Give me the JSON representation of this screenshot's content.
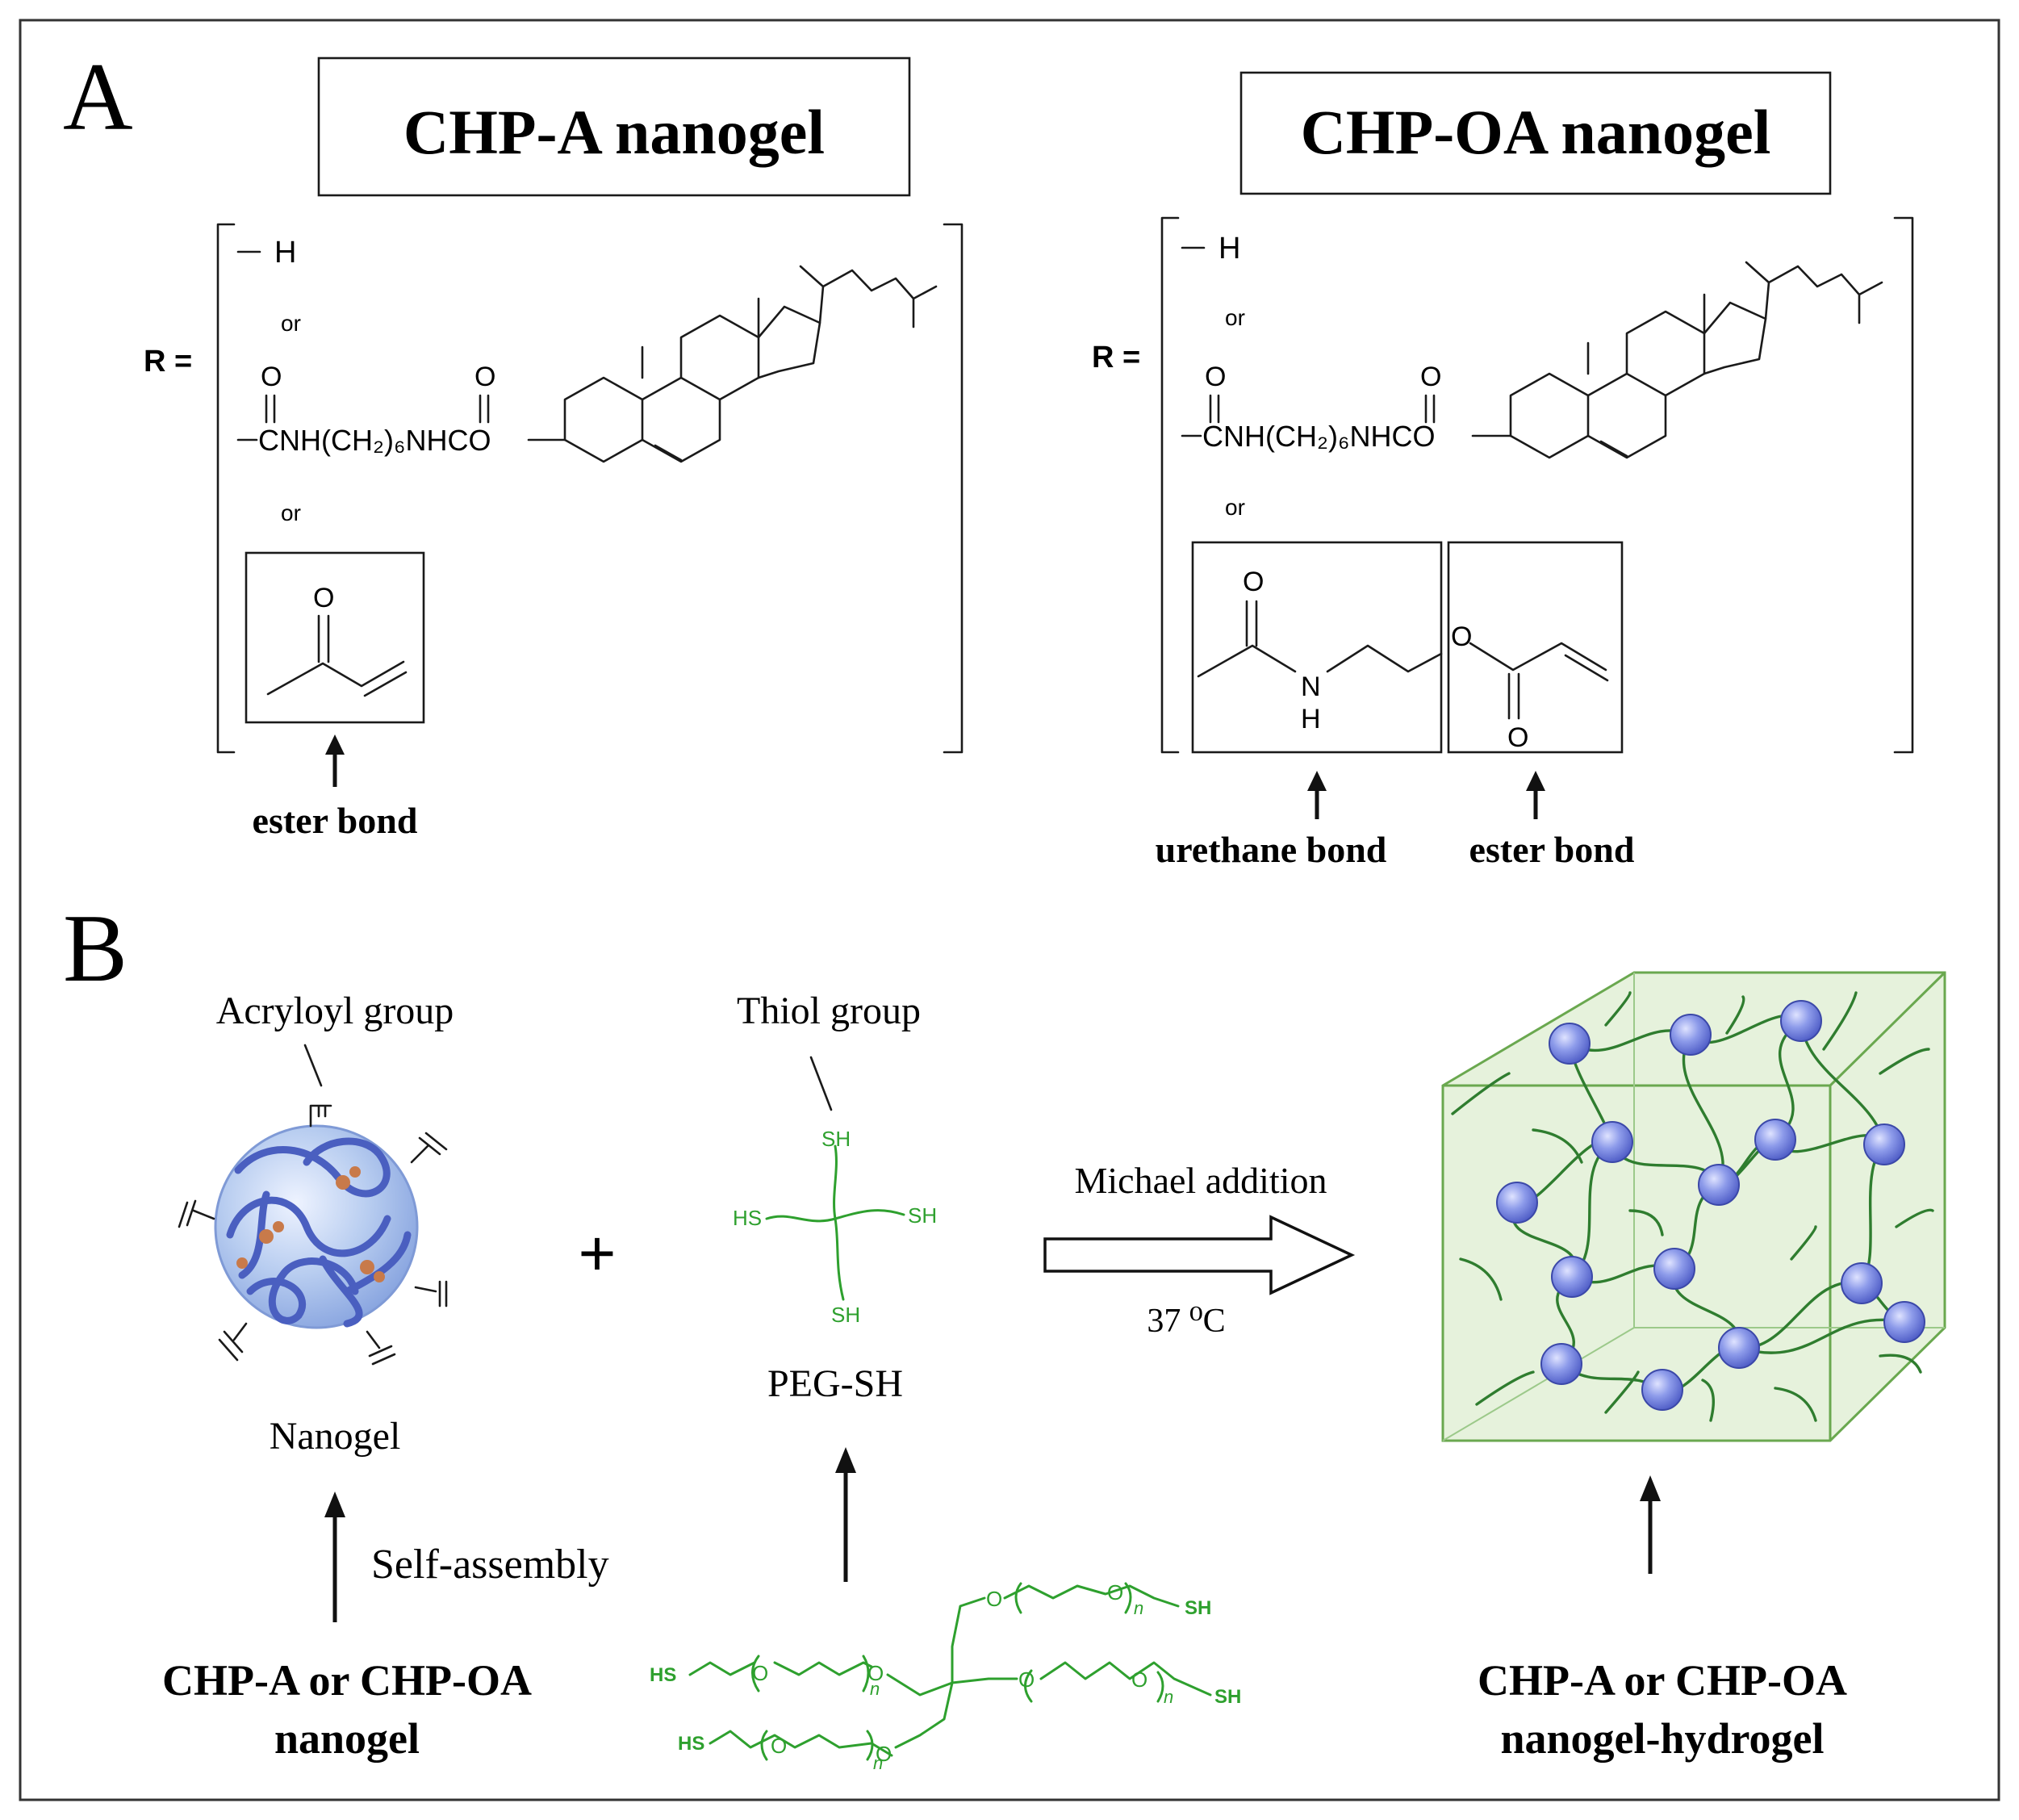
{
  "panel_a": {
    "label": "A",
    "left": {
      "title": "CHP-A nanogel",
      "r_label": "R =",
      "h_sub": "H",
      "or": "or",
      "chain": "CNH(CH₂)₆NHCO",
      "o_label": "O",
      "bond_label": "ester bond"
    },
    "right": {
      "title": "CHP-OA nanogel",
      "r_label": "R =",
      "h_sub": "H",
      "or": "or",
      "chain": "CNH(CH₂)₆NHCO",
      "o_label": "O",
      "n_label": "N",
      "h_label": "H",
      "bond_label_1": "urethane bond",
      "bond_label_2": "ester bond"
    }
  },
  "panel_b": {
    "label": "B",
    "acryloyl_label": "Acryloyl group",
    "nanogel_label": "Nanogel",
    "self_assembly_label": "Self-assembly",
    "bottom_left": [
      "CHP-A  or CHP-OA",
      "nanogel"
    ],
    "plus": "+",
    "thiol_label": "Thiol group",
    "sh": "SH",
    "hs": "HS",
    "peg_label": "PEG-SH",
    "peg_o": "O",
    "peg_n": "n",
    "reaction_label": "Michael addition",
    "temperature_label": "37 ⁰C",
    "bottom_right": [
      "CHP-A  or CHP-OA",
      "nanogel-hydrogel"
    ]
  },
  "colors": {
    "nanogel_fill": "#b8cdf0",
    "nanogel_chain": "#4a5fc0",
    "cholesterol_dots": "#c87a4a",
    "peg_green": "#2ea02e",
    "network_green": "#2f7d2f",
    "cube_fill": "#e6f2dc",
    "node_blue": "#6f7fe0"
  }
}
